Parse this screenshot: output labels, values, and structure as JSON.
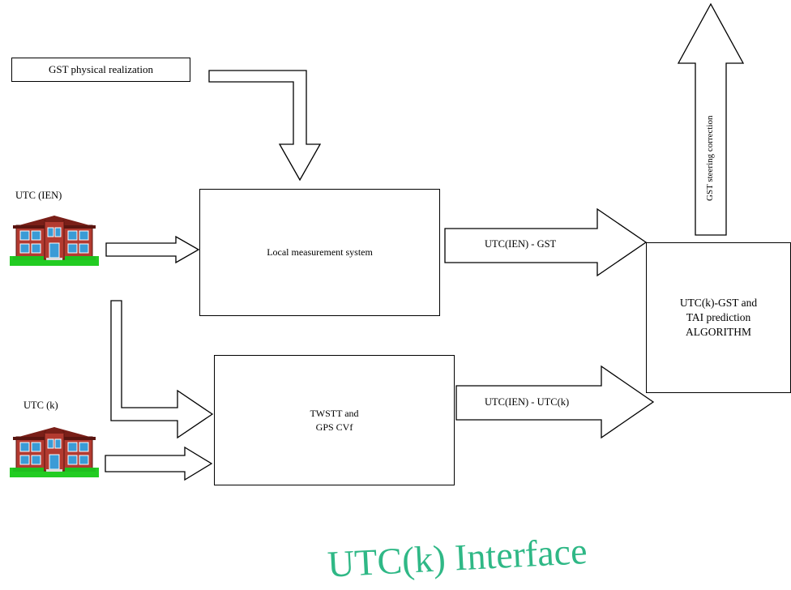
{
  "diagram": {
    "gst_label": "GST physical realization",
    "utc_ien_label": "UTC (IEN)",
    "utc_k_label": "UTC (k)",
    "local_measurement": "Local measurement system",
    "twstt_line1": "TWSTT and",
    "twstt_line2": "GPS CVf",
    "arrow_ien_gst": "UTC(IEN) - GST",
    "arrow_ien_k": "UTC(IEN) - UTC(k)",
    "algo_line1": "UTC(k)-GST and",
    "algo_line2": "TAI prediction",
    "algo_line3": "ALGORITHM",
    "steering": "GST steering correction",
    "title": "UTC(k) Interface"
  },
  "colors": {
    "title_green": "#2fb886",
    "building_red": "#b33a30",
    "window_blue": "#3a9bd6",
    "grass_green": "#22cc22"
  },
  "icons": [
    "building-icon-ien",
    "building-icon-k"
  ]
}
